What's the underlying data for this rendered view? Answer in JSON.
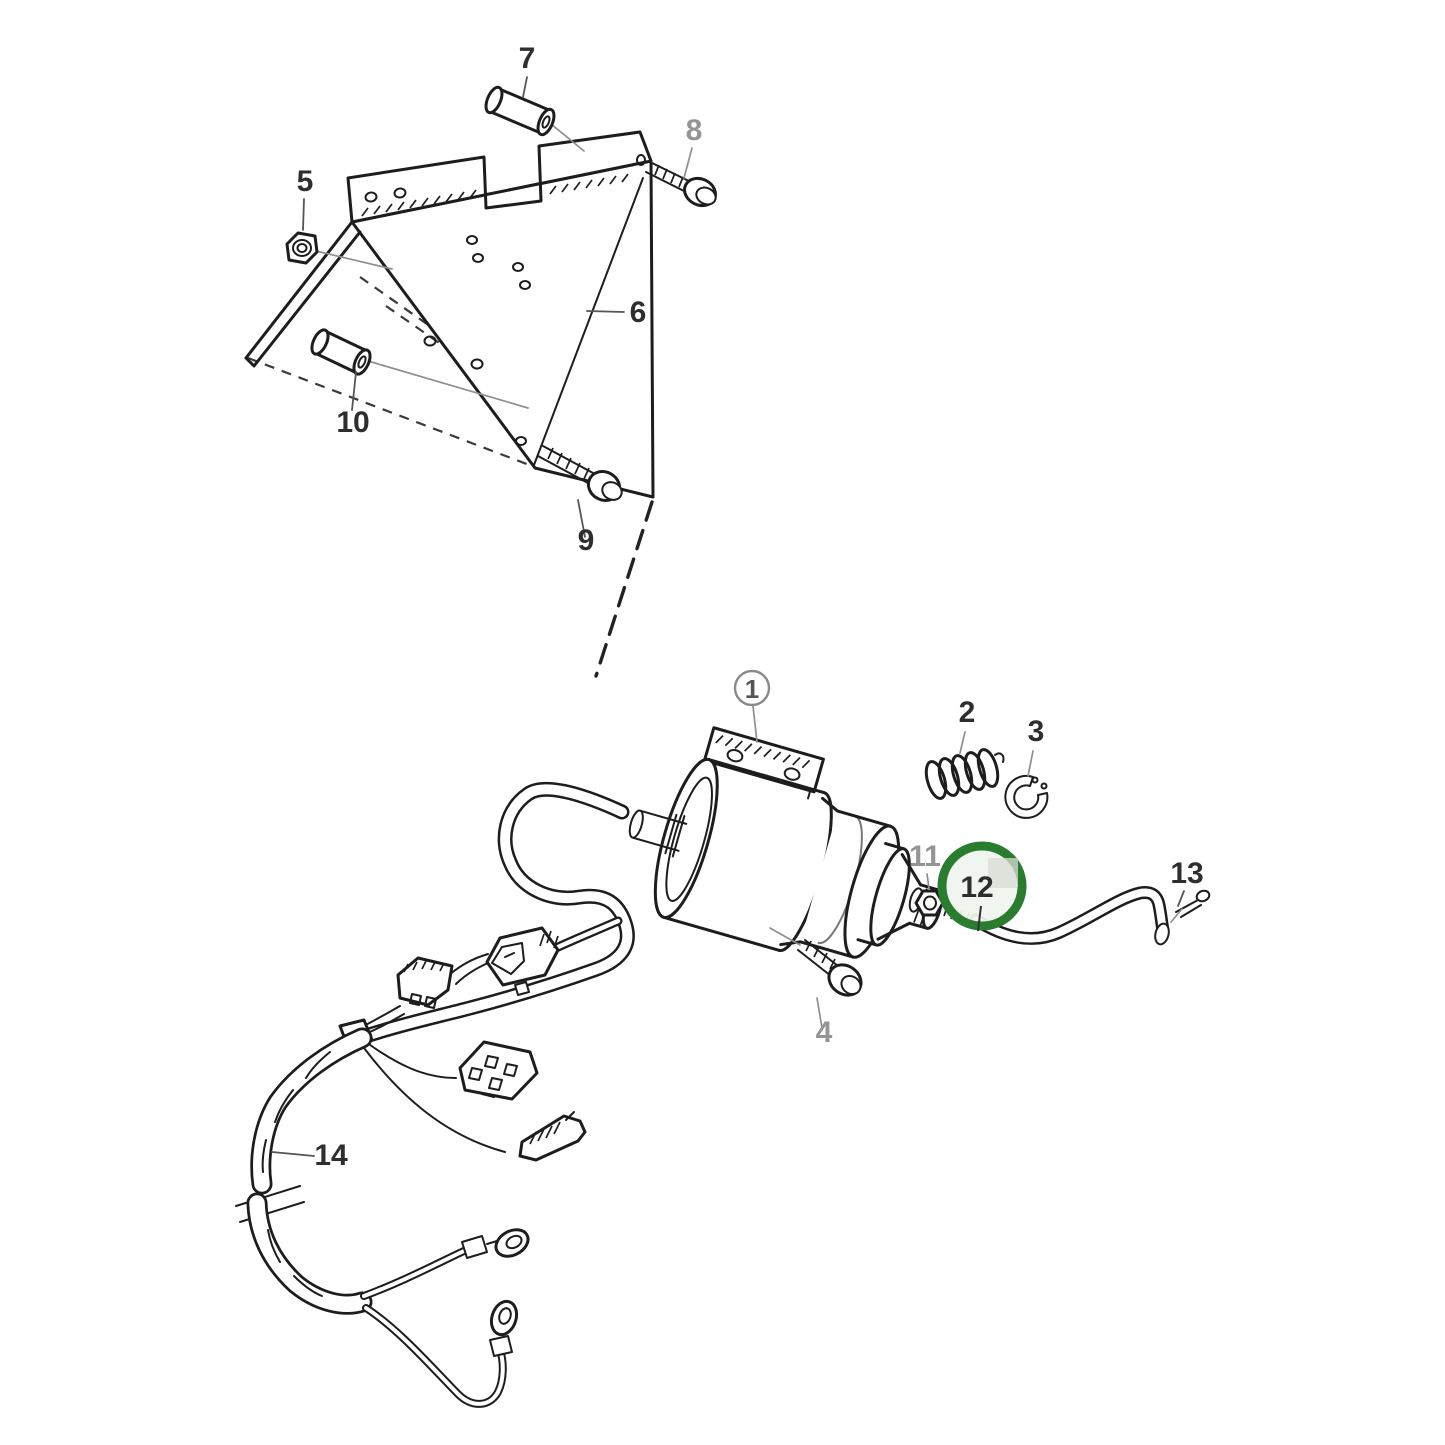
{
  "figure": {
    "kind": "exploded-parts-diagram",
    "background": "#ffffff",
    "line_color": "#1d1d1d",
    "muted_label_color": "#949494",
    "highlight": {
      "part_label": "12",
      "ring_color": "#2a7c2e",
      "fill_color": "#f0f4ee",
      "patch_color": "#d8dcd6"
    },
    "callouts": [
      {
        "label": "1",
        "circled": true
      },
      {
        "label": "2"
      },
      {
        "label": "3"
      },
      {
        "label": "4",
        "muted": true
      },
      {
        "label": "5"
      },
      {
        "label": "6"
      },
      {
        "label": "7"
      },
      {
        "label": "8",
        "muted": true
      },
      {
        "label": "9"
      },
      {
        "label": "10"
      },
      {
        "label": "11",
        "muted": true
      },
      {
        "label": "12",
        "highlighted": true
      },
      {
        "label": "13"
      },
      {
        "label": "14"
      }
    ]
  }
}
